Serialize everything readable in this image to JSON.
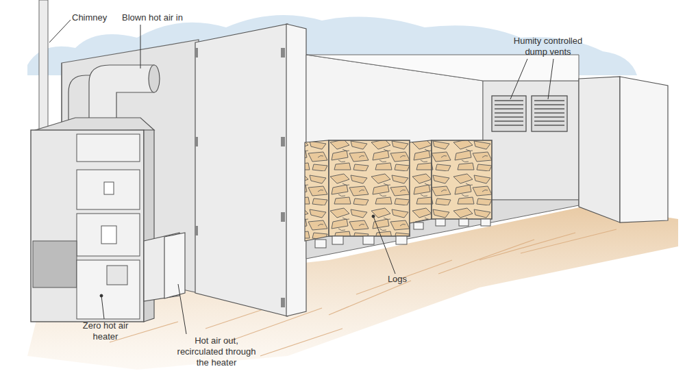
{
  "diagram": {
    "labels": [
      "Chimney",
      "Blown hot air in",
      "Humity controlled dump vents",
      "Logs",
      "Zero hot air heater",
      "Hot air out, recirculated through the heater"
    ]
  }
}
